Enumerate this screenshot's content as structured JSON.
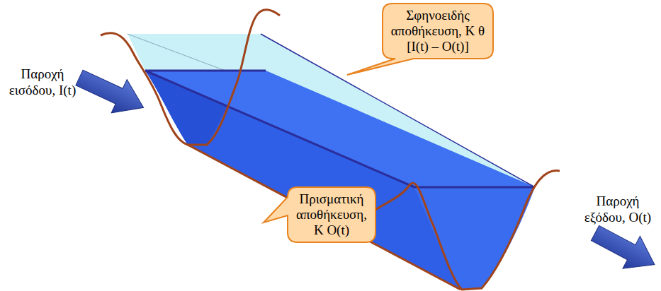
{
  "diagram": {
    "nodes": [
      {
        "text": [
          "Σφηνοειδής αποθήκευση, K θ [I(t) – O(t)]"
        ]
      },
      {
        "text": [
          "Πρισματική αποθήκευση, K O(t)"
        ]
      }
    ],
    "labels": [
      "Παροχή εισόδου, I(t)",
      "Παροχή εξόδου, O(t)"
    ]
  }
}
